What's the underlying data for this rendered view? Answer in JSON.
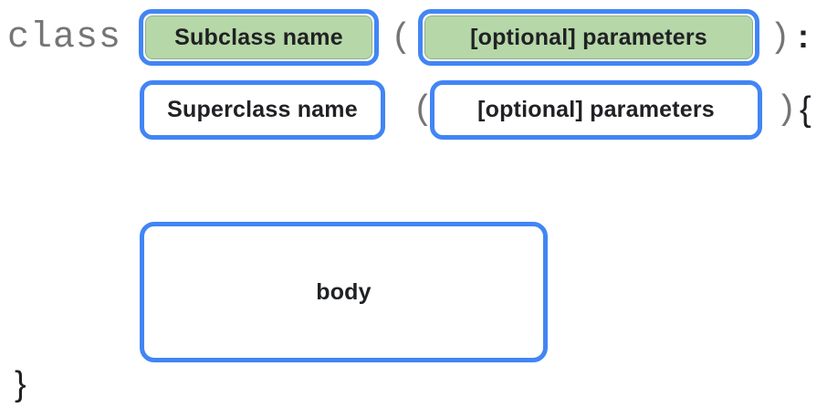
{
  "diagram": {
    "title_hint": "class declaration syntax diagram",
    "keyword_class": "class",
    "row1": {
      "subclass_label": "Subclass name",
      "open_paren": "(",
      "params_label": "[optional] parameters",
      "close_paren": ")",
      "colon": ":"
    },
    "row2": {
      "superclass_label": "Superclass name",
      "open_paren": "(",
      "params_label": "[optional] parameters",
      "close_paren": ")",
      "open_brace": "{"
    },
    "body_label": "body",
    "close_brace": "}",
    "colors": {
      "accent_blue": "#4285F4",
      "highlight_green": "#B6D7A8",
      "muted_gray": "#757575",
      "text_black": "#202124",
      "background": "#ffffff"
    }
  }
}
